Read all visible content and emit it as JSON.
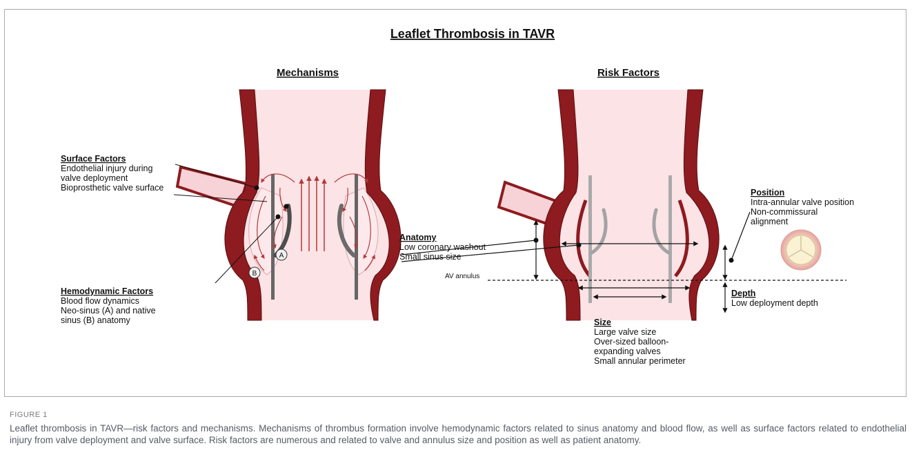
{
  "figure": {
    "title": "Leaflet Thrombosis in TAVR",
    "panels": {
      "mechanisms": {
        "heading": "Mechanisms",
        "surface_factors": {
          "title": "Surface Factors",
          "lines": [
            "Endothelial injury during",
            "valve deployment",
            "Bioprosthetic valve surface"
          ]
        },
        "hemodynamic_factors": {
          "title": "Hemodynamic Factors",
          "lines": [
            "Blood flow dynamics",
            "Neo-sinus (A) and native",
            "sinus (B) anatomy"
          ]
        },
        "marker_a": "A",
        "marker_b": "B"
      },
      "risk_factors": {
        "heading": "Risk Factors",
        "anatomy": {
          "title": "Anatomy",
          "lines": [
            "Low coronary washout",
            "Small sinus size"
          ]
        },
        "av_annulus": "AV annulus",
        "position": {
          "title": "Position",
          "lines": [
            "Intra-annular valve position",
            "Non-commissural",
            "alignment"
          ]
        },
        "depth": {
          "title": "Depth",
          "lines": [
            "Low deployment depth"
          ]
        },
        "size": {
          "title": "Size",
          "lines": [
            "Large valve size",
            "Over-sized balloon-",
            "expanding valves",
            "Small annular perimeter"
          ]
        }
      }
    }
  },
  "figure_label": "FIGURE 1",
  "caption": "Leaflet thrombosis in TAVR—risk factors and mechanisms. Mechanisms of thrombus formation involve hemodynamic factors related to sinus anatomy and blood flow, as well as surface factors related to endothelial injury from valve deployment and valve surface. Risk factors are numerous and related to valve and annulus size and position as well as patient anatomy.",
  "colors": {
    "vessel_wall": "#8e1b1f",
    "lumen": "#fbe3e6",
    "stent": "#666666",
    "leaflet": "#9a9a9a",
    "flow_arrow": "#b23a3a"
  }
}
